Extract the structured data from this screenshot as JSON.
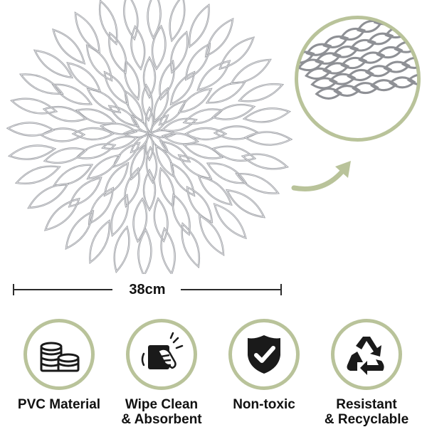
{
  "product": {
    "mat_image": "hollow silver petal placemat",
    "zoom_image": "close-up of curled placemat edge",
    "arrow_icon": "curved-arrow-icon",
    "accent_color": "#b9c39a",
    "silver_color": "#9a9ca1"
  },
  "dimension": {
    "label": "38cm"
  },
  "features": [
    {
      "icon": "coin-stack-icon",
      "label_line1": "PVC Material",
      "label_line2": ""
    },
    {
      "icon": "hand-wipe-icon",
      "label_line1": "Wipe Clean",
      "label_line2": "& Absorbent"
    },
    {
      "icon": "shield-check-icon",
      "label_line1": "Non-toxic",
      "label_line2": ""
    },
    {
      "icon": "recycle-icon",
      "label_line1": "Resistant",
      "label_line2": "& Recyclable"
    }
  ]
}
